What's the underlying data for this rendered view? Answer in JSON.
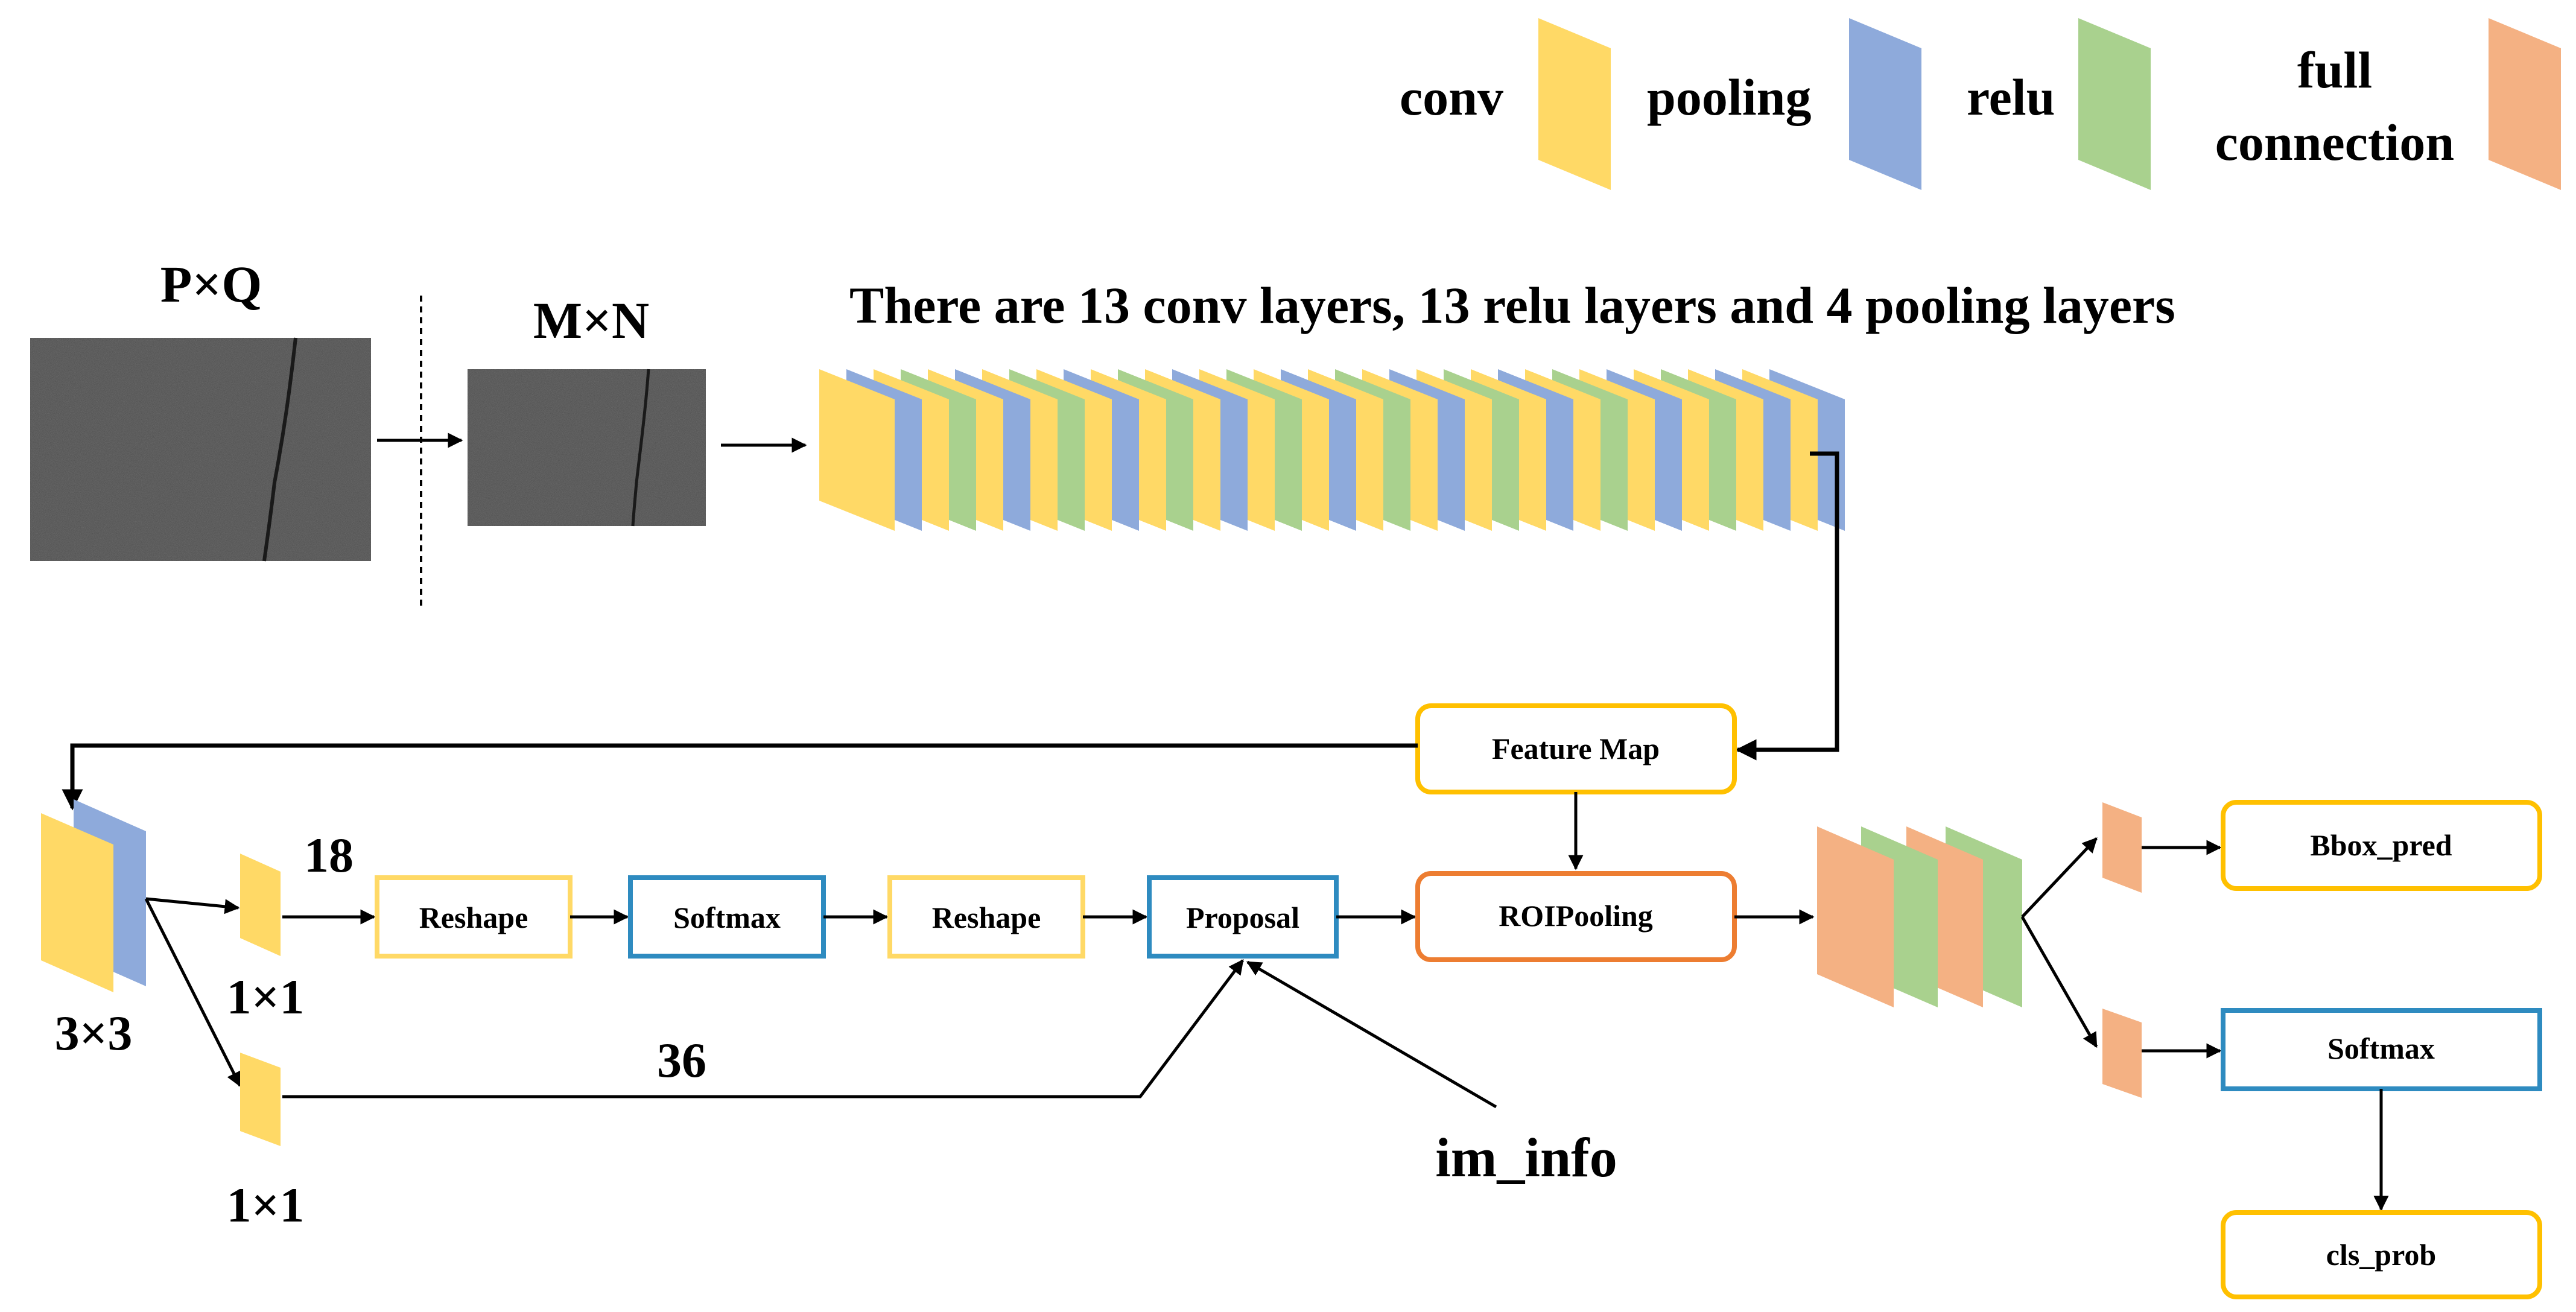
{
  "colors": {
    "conv": "#FFD966",
    "pooling": "#8EAADB",
    "relu": "#A9D18E",
    "full_connection": "#F4B183",
    "box_yellow": "#FFC000",
    "box_blue": "#2E8BC0",
    "box_orange": "#ED7D31",
    "image_bg": "#4d4d4d"
  },
  "legend": {
    "conv": "conv",
    "pooling": "pooling",
    "relu": "relu",
    "full_line1": "full",
    "full_line2": "connection"
  },
  "input": {
    "pq_label": "P×Q",
    "mn_label": "M×N"
  },
  "backbone": {
    "caption": "There are 13 conv layers, 13 relu layers and 4 pooling layers",
    "sequence": [
      "conv",
      "pooling",
      "conv",
      "relu",
      "conv",
      "pooling",
      "conv",
      "relu",
      "conv",
      "pooling",
      "conv",
      "relu",
      "conv",
      "pooling",
      "conv",
      "relu",
      "conv",
      "pooling",
      "conv",
      "relu",
      "conv",
      "pooling",
      "conv",
      "relu",
      "conv",
      "pooling",
      "conv",
      "relu",
      "conv",
      "pooling",
      "conv",
      "relu",
      "conv",
      "pooling",
      "conv",
      "pooling"
    ]
  },
  "rpn": {
    "conv3_label": "3×3",
    "cls_branch_label": "18",
    "cls_conv_label": "1×1",
    "reg_branch_label": "36",
    "reg_conv_label": "1×1"
  },
  "boxes": {
    "feature_map": "Feature Map",
    "reshape1": "Reshape",
    "softmax1": "Softmax",
    "reshape2": "Reshape",
    "proposal": "Proposal",
    "roipooling": "ROIPooling",
    "bbox_pred": "Bbox_pred",
    "softmax2": "Softmax",
    "cls_prob": "cls_prob"
  },
  "im_info_label": "im_info"
}
